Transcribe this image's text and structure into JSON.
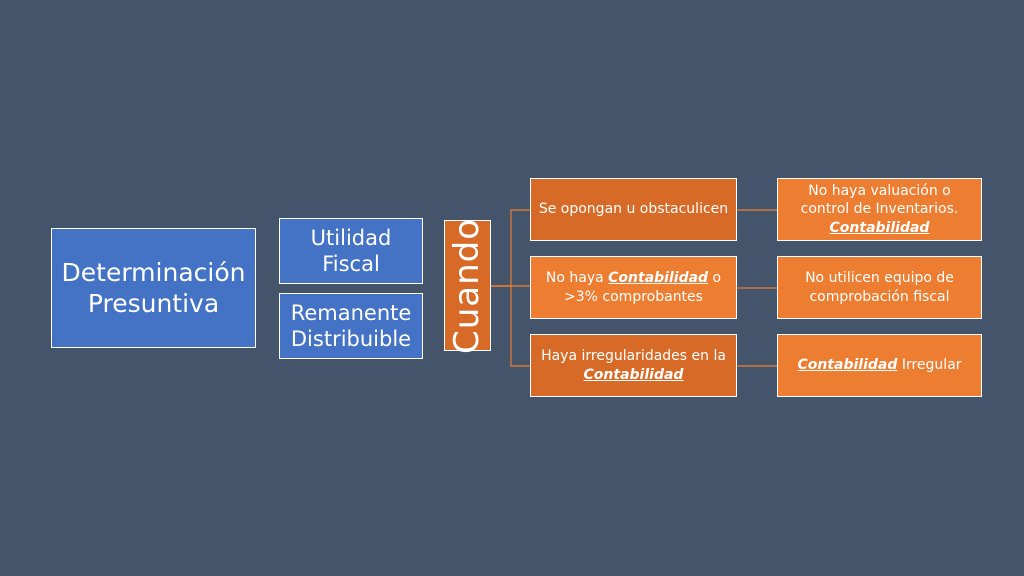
{
  "root": {
    "line1": "Determinación",
    "line2": "Presuntiva"
  },
  "branches": [
    {
      "line1": "Utilidad",
      "line2": "Fiscal"
    },
    {
      "line1": "Remanente",
      "line2": "Distribuible"
    }
  ],
  "connector": {
    "label": "Cuando"
  },
  "conditions": {
    "c1": {
      "text": "Se opongan u obstaculicen"
    },
    "c2": {
      "pre": "No haya ",
      "em": "Contabilidad",
      "post": " o >3% comprobantes"
    },
    "c3": {
      "pre": "Haya irregularidades en la ",
      "em": "Contabilidad"
    }
  },
  "details": {
    "d1": {
      "pre": "No haya valuación o control de Inventarios. ",
      "em": "Contabilidad"
    },
    "d2": {
      "text": "No utilicen equipo de comprobación fiscal"
    },
    "d3": {
      "em": "Contabilidad",
      "post": " Irregular"
    }
  },
  "colors": {
    "background": "#44546a",
    "blue": "#4472c4",
    "orange": "#ed7d31",
    "dark_orange": "#d86a27",
    "line": "#ed7d31"
  }
}
